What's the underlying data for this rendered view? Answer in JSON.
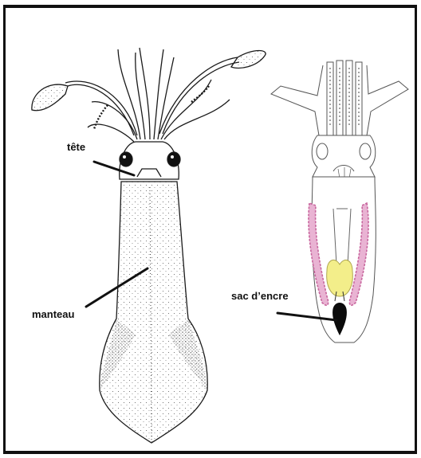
{
  "labels": {
    "head": "tête",
    "mantle": "manteau",
    "ink_sac": "sac d’encre"
  },
  "colors": {
    "outline": "#1a1a1a",
    "gill": "#c8679e",
    "gonad": "#f3ee8a",
    "muscle": "#d9b98a",
    "ink": "#0b0b0b"
  }
}
